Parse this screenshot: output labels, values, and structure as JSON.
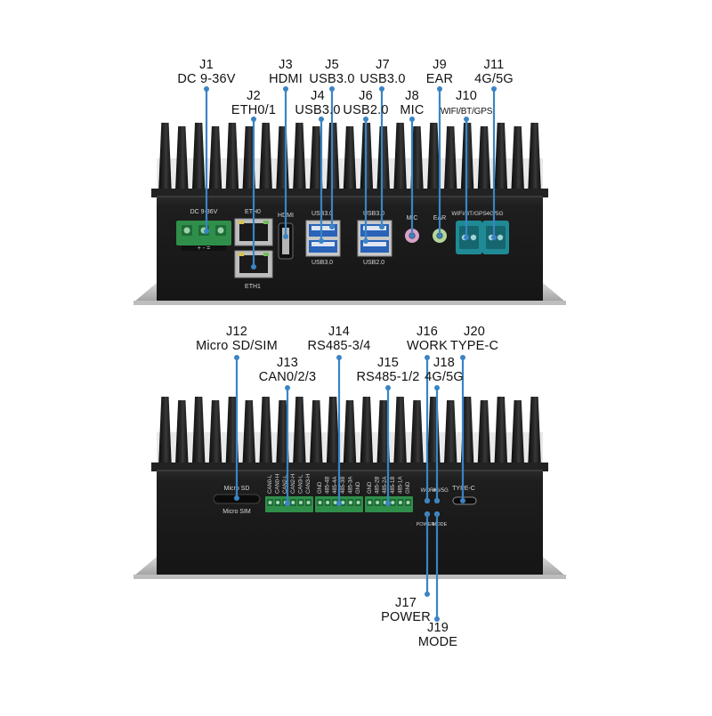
{
  "top": {
    "labels": [
      {
        "id": "J1",
        "name": "DC 9-36V"
      },
      {
        "id": "J2",
        "name": "ETH0/1"
      },
      {
        "id": "J3",
        "name": "HDMI"
      },
      {
        "id": "J4",
        "name": "USB3.0"
      },
      {
        "id": "J5",
        "name": "USB3.0"
      },
      {
        "id": "J6",
        "name": "USB2.0"
      },
      {
        "id": "J7",
        "name": "USB3.0"
      },
      {
        "id": "J8",
        "name": "MIC"
      },
      {
        "id": "J9",
        "name": "EAR"
      },
      {
        "id": "J10",
        "name": "WIFI/BT/GPS"
      },
      {
        "id": "J11",
        "name": "4G/5G"
      }
    ],
    "panel_print": {
      "dc": "DC 9-36V",
      "eth0": "ETH0",
      "eth1": "ETH1",
      "hdmi": "HDMI",
      "usb_a_top": "USB3.0",
      "usb_a_bottom": "USB3.0",
      "usb_b_top": "USB3.0",
      "usb_b_bottom": "USB2.0",
      "mic": "MIC",
      "ear": "EAR",
      "wifi": "WIFI/BT/GPS",
      "g45": "4G/5G",
      "terminal": "+ - ="
    }
  },
  "bottom": {
    "labels": [
      {
        "id": "J12",
        "name": "Micro SD/SIM"
      },
      {
        "id": "J13",
        "name": "CAN0/2/3"
      },
      {
        "id": "J14",
        "name": "RS485-3/4"
      },
      {
        "id": "J15",
        "name": "RS485-1/2"
      },
      {
        "id": "J16",
        "name": "WORK"
      },
      {
        "id": "J18",
        "name": "4G/5G"
      },
      {
        "id": "J20",
        "name": "TYPE-C"
      },
      {
        "id": "J17",
        "name": "POWER"
      },
      {
        "id": "J19",
        "name": "MODE"
      }
    ],
    "panel_print": {
      "micro_sd": "Micro SD",
      "micro_sim": "Micro SIM",
      "can_pins": [
        "CAN0-L",
        "CAN0-H",
        "CAN2-L",
        "CAN2-H",
        "CAN3-L",
        "CAN3-H"
      ],
      "rs485_34_pins": [
        "GND",
        "485-4B",
        "485-4A",
        "485-3B",
        "485-3A",
        "GND"
      ],
      "rs485_12_pins": [
        "GND",
        "485-2B",
        "485-2A",
        "485-1B",
        "485-1A",
        "GND"
      ],
      "work": "WORK",
      "led_4g5g": "4G/5G",
      "power": "POWER",
      "mode": "MODE",
      "typec": "TYPE-C"
    }
  },
  "colors": {
    "leader": "#3a84c4",
    "case": "#1a1a1a",
    "fin_light": "#e6e6e6",
    "fin_dark": "#141414",
    "terminal_green": "#2f8f4a",
    "usb_blue": "#2a63b8",
    "fakra_teal": "#1f8a95"
  }
}
